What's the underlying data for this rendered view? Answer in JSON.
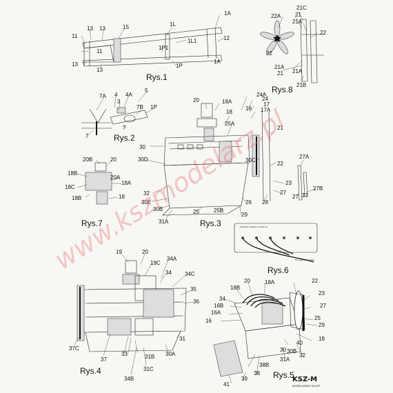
{
  "figures": {
    "rys1": {
      "title": "Rys.1",
      "labels": [
        "1A",
        "1L",
        "13",
        "13",
        "15",
        "11",
        "11",
        "1L1",
        "12",
        "1P1",
        "13",
        "13",
        "1P",
        "1A"
      ]
    },
    "rys2": {
      "title": "Rys.2",
      "labels": [
        "7A",
        "4",
        "4A",
        "5",
        "3",
        "7B",
        "1P",
        "7",
        "7"
      ]
    },
    "rys3": {
      "title": "Rys.3",
      "labels": [
        "20",
        "18A",
        "24A",
        "24",
        "16",
        "17",
        "17A",
        "18",
        "25A",
        "21",
        "30",
        "30D",
        "30C",
        "22",
        "23",
        "27",
        "32",
        "30E",
        "26",
        "28",
        "30B",
        "25",
        "25B",
        "29",
        "31A"
      ]
    },
    "rys4": {
      "title": "Rys.4",
      "labels": [
        "19",
        "20",
        "19C",
        "34A",
        "34",
        "34C",
        "35",
        "36",
        "37C",
        "37",
        "33",
        "31",
        "31C",
        "31B",
        "30A",
        "34B"
      ]
    },
    "rys5": {
      "title": "Rys.5",
      "labels": [
        "18B",
        "20",
        "18A",
        "22",
        "34",
        "23",
        "16B",
        "27",
        "16A",
        "16",
        "25",
        "29",
        "18",
        "40",
        "32",
        "30",
        "30B",
        "31A",
        "38",
        "38B",
        "39",
        "41"
      ]
    },
    "rys6": {
      "title": "Rys.6",
      "labels": [
        "Kolejność zapłonu 1-4-5-8-3-2",
        "Do cewki zapłonowej"
      ]
    },
    "rys7": {
      "title": "Rys.7",
      "labels": [
        "20B",
        "20",
        "18B",
        "20A",
        "18A",
        "18C",
        "18B",
        "18"
      ]
    },
    "rys8": {
      "title": "Rys.8",
      "labels": [
        "21C",
        "22A",
        "21",
        "21A",
        "22",
        "22",
        "21A",
        "21",
        "21A",
        "21B"
      ]
    },
    "rys27": {
      "labels": [
        "27A",
        "27B",
        "27",
        "27"
      ]
    }
  },
  "watermark": "www.kszmodelarz.pl",
  "logo": {
    "mark": "KSZ-M",
    "sub": "MODELARSKI SKLEP"
  },
  "colors": {
    "watermark": "#e66a6a",
    "line": "#222222",
    "paper": "#f7f7f4"
  }
}
